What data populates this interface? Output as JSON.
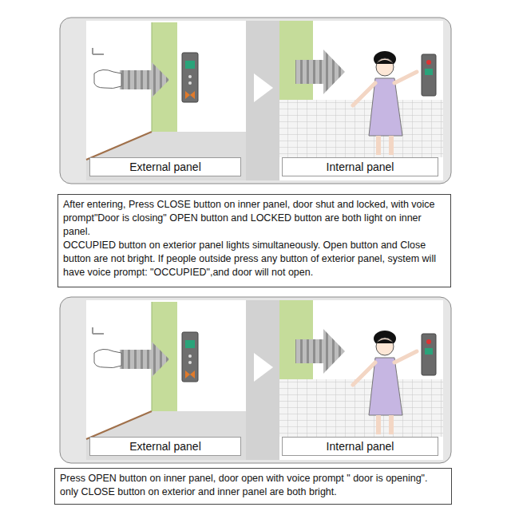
{
  "diagram": {
    "nodes": [
      {
        "text": [
          "External panel"
        ]
      },
      {
        "text": [
          "Internal panel"
        ]
      },
      {
        "text": [
          "After entering, Press CLOSE button on inner panel, door shut and locked, with voice prompt\"Door is closing\" OPEN button and LOCKED button are both light on inner panel.",
          "OCCUPIED button on exterior panel lights simultaneously. Open button and Close button are not bright. If people outside press any button of exterior panel, system will have voice prompt: \"OCCUPIED\",and door will not open."
        ]
      },
      {
        "text": [
          "External panel"
        ]
      },
      {
        "text": [
          "Internal panel"
        ]
      },
      {
        "text": [
          "Press OPEN button on inner panel, door open with voice prompt \" door is opening\". only CLOSE button on exterior and inner panel are both bright."
        ]
      }
    ]
  }
}
